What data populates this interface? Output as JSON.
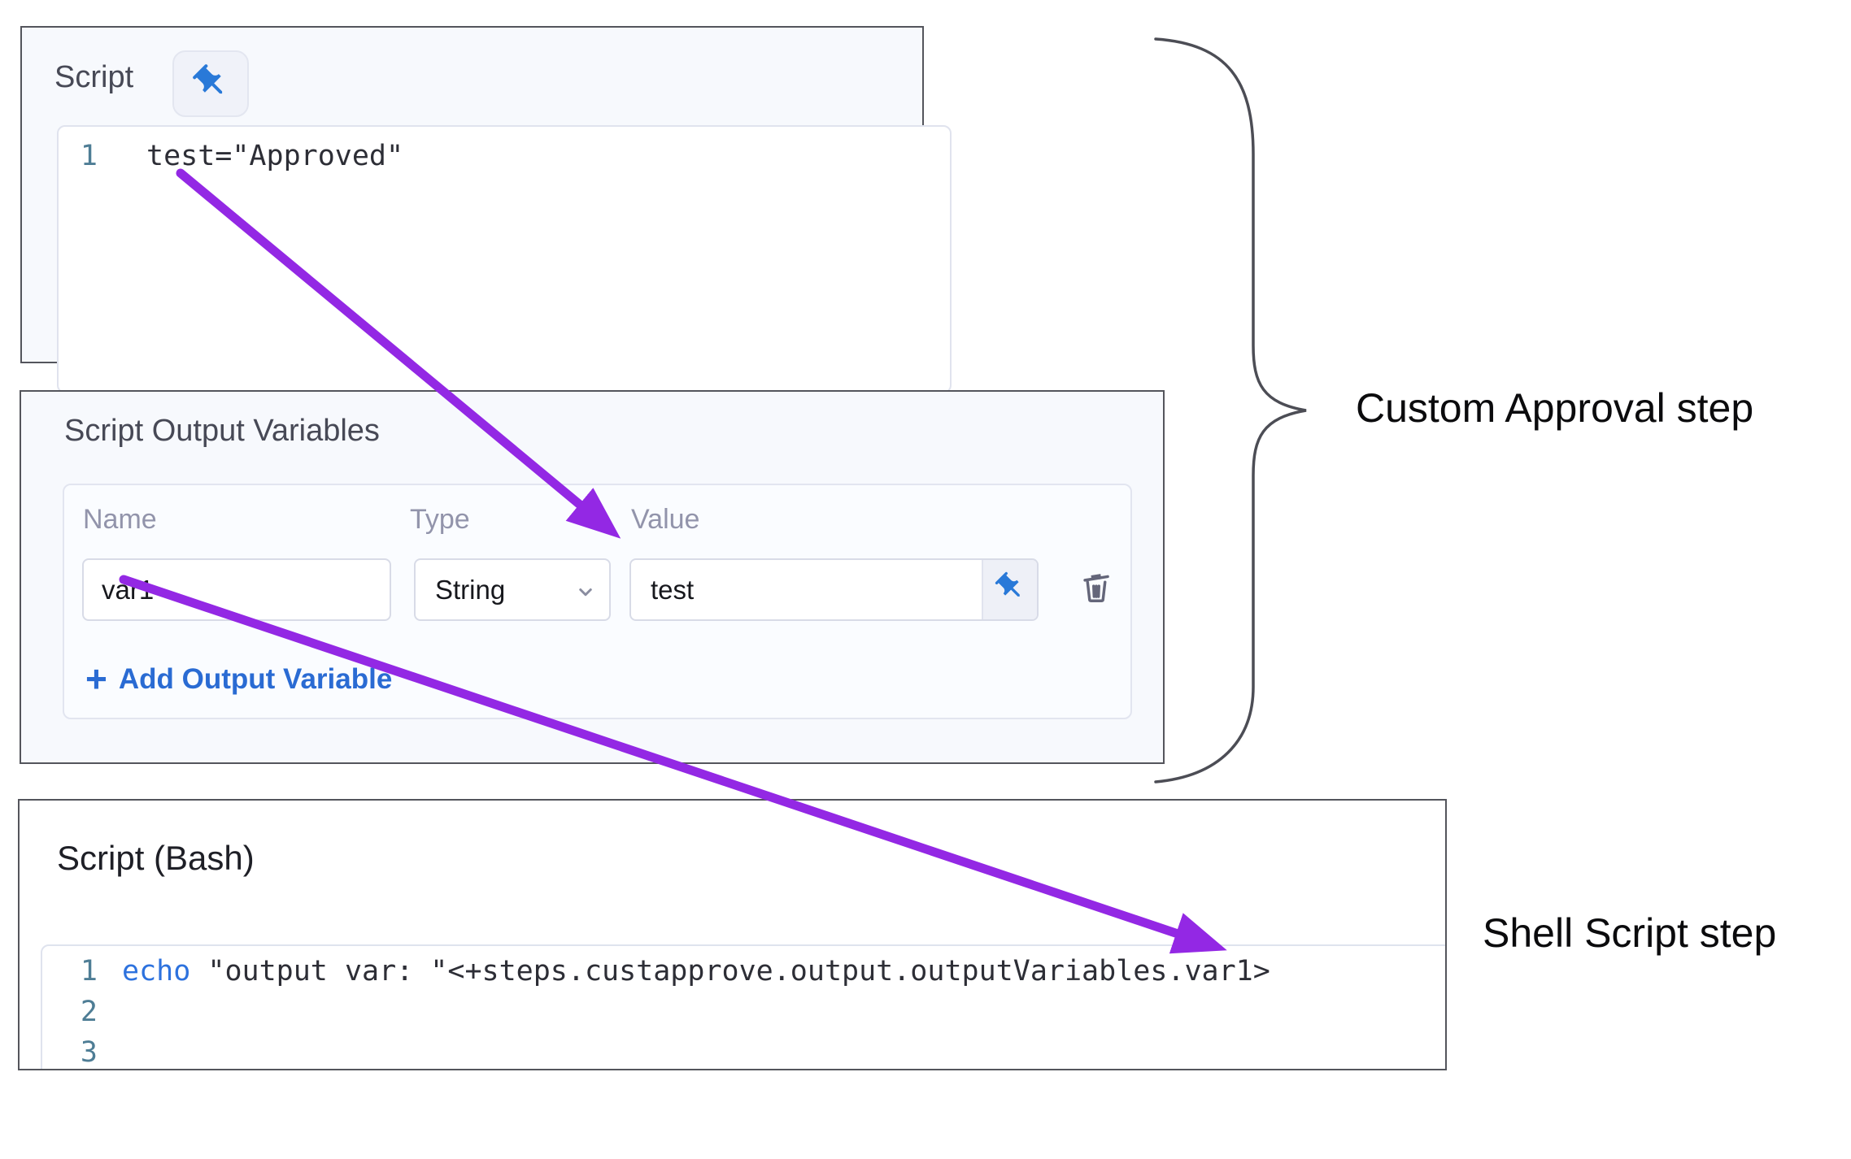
{
  "colors": {
    "accent_blue": "#2970d8",
    "link_blue": "#2a6bd3",
    "keyword_blue": "#2d72de",
    "arrow_purple": "#9328e4",
    "panel_background": "#f7f9fd",
    "panel_border": "#54555c",
    "line_number_teal": "#4e7d95"
  },
  "icons": {
    "pin": "pushpin-icon",
    "trash": "trash-icon",
    "chevron": "chevron-down-icon",
    "plus": "+"
  },
  "script_panel": {
    "title": "Script",
    "line_number": "1",
    "code": "test=\"Approved\""
  },
  "variables_panel": {
    "title": "Script Output Variables",
    "columns": [
      "Name",
      "Type",
      "Value"
    ],
    "row": {
      "name": "var1",
      "type": "String",
      "value": "test"
    },
    "add_plus": "+",
    "add_label": "Add Output Variable"
  },
  "bash_panel": {
    "title": "Script (Bash)",
    "lines": [
      {
        "num": "1",
        "keyword": "echo",
        "rest": " \"output var: \"<+steps.custapprove.output.outputVariables.var1>"
      },
      {
        "num": "2"
      },
      {
        "num": "3"
      }
    ]
  },
  "annotations": {
    "custom_approval": "Custom Approval step",
    "shell_script": "Shell Script step"
  }
}
